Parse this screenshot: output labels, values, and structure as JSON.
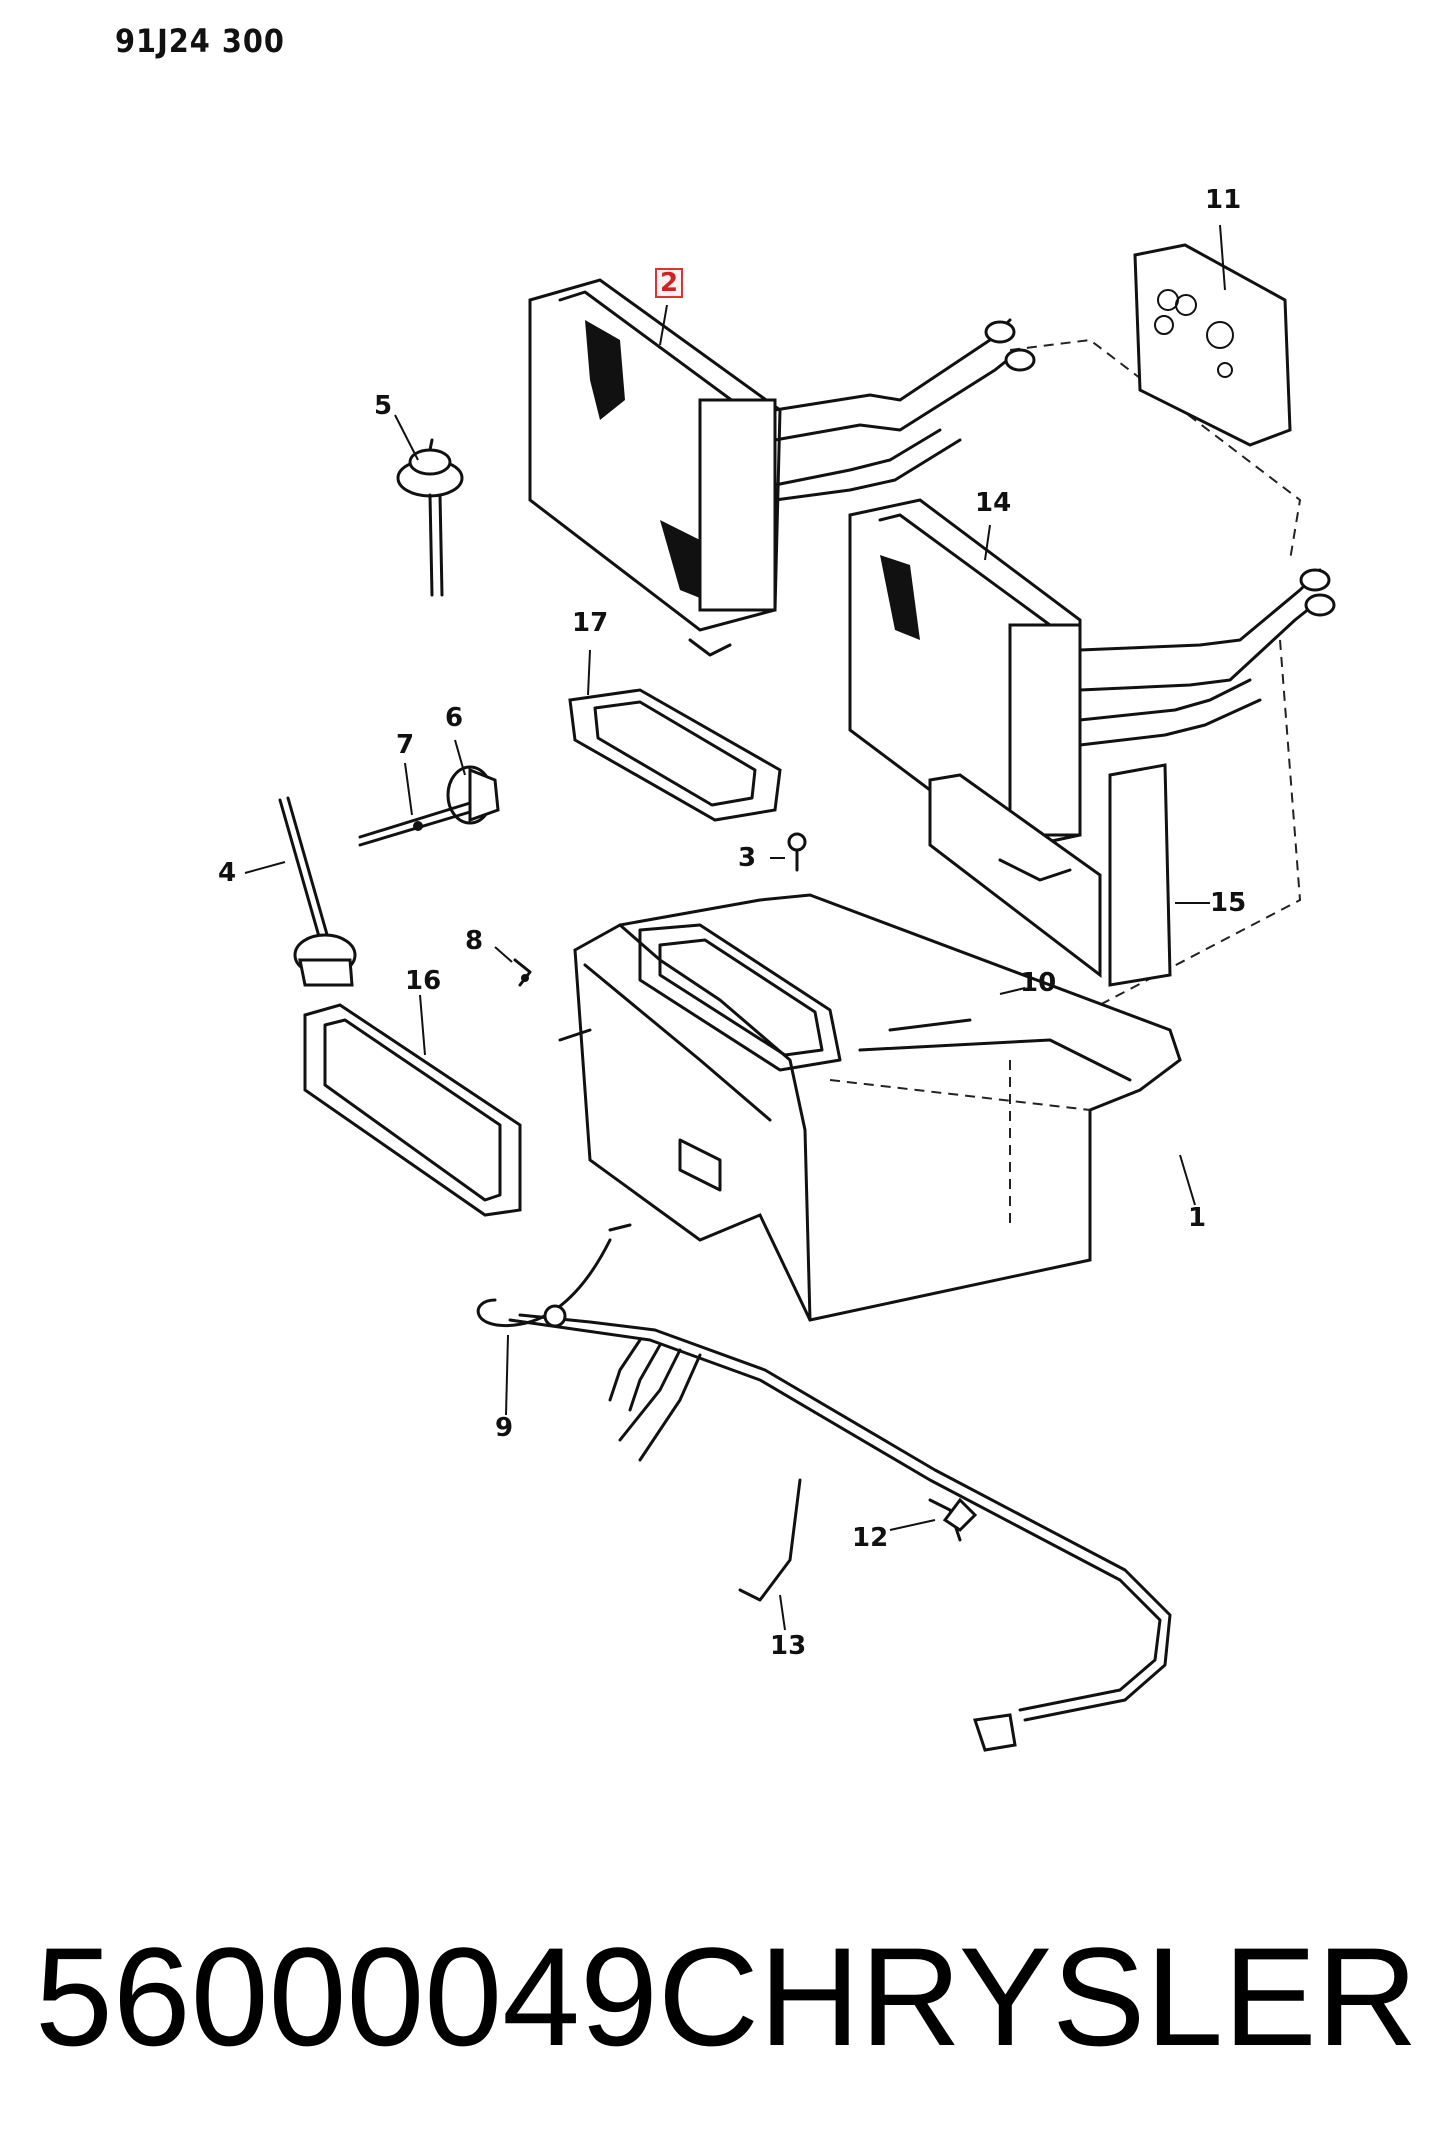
{
  "header": {
    "code": "91J24 300"
  },
  "callouts": [
    {
      "label": "1"
    },
    {
      "label": "2"
    },
    {
      "label": "3"
    },
    {
      "label": "4"
    },
    {
      "label": "5"
    },
    {
      "label": "6"
    },
    {
      "label": "7"
    },
    {
      "label": "8"
    },
    {
      "label": "9"
    },
    {
      "label": "10"
    },
    {
      "label": "11"
    },
    {
      "label": "12"
    },
    {
      "label": "13"
    },
    {
      "label": "14"
    },
    {
      "label": "15"
    },
    {
      "label": "16"
    },
    {
      "label": "17"
    }
  ],
  "footer": {
    "part_number": "56000049",
    "brand": "CHRYSLER"
  },
  "colors": {
    "ink": "#111111",
    "highlight": "#d33333",
    "background": "#ffffff"
  }
}
